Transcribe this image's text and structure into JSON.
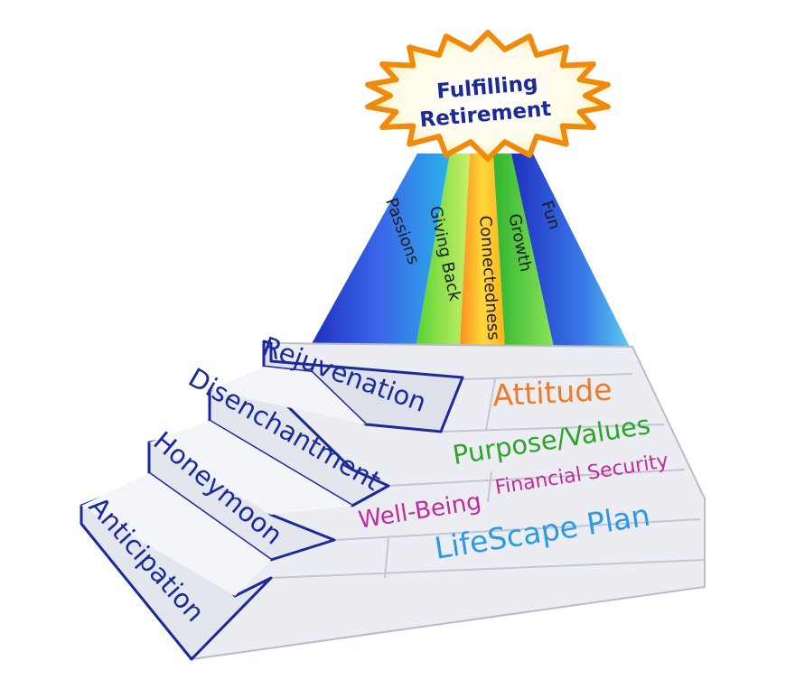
{
  "star": {
    "line1": "Fulfilling",
    "line2": "Retirement"
  },
  "beams": [
    {
      "label": "Passions",
      "color": "#2a44d6"
    },
    {
      "label": "Giving Back",
      "color": "#7fe04a"
    },
    {
      "label": "Connectedness",
      "color": "#ffb31a"
    },
    {
      "label": "Growth",
      "color": "#32c032"
    },
    {
      "label": "Fun",
      "color": "#2c4fd8"
    }
  ],
  "steps": [
    {
      "label": "Anticipation"
    },
    {
      "label": "Honeymoon"
    },
    {
      "label": "Disenchantment"
    },
    {
      "label": "Rejuvenation"
    }
  ],
  "wall": {
    "attitude": {
      "label": "Attitude",
      "color": "#f07a2a"
    },
    "purpose": {
      "label": "Purpose/Values",
      "color": "#2aa52a"
    },
    "financial": {
      "label": "Financial Security",
      "color": "#c02a9a"
    },
    "wellbeing": {
      "label": "Well-Being",
      "color": "#c02a9a"
    },
    "plan": {
      "label": "LifeScape Plan",
      "color": "#2a9ae8"
    }
  },
  "colors": {
    "outline": "#1a2a9a",
    "stone": "#ecedf2",
    "star_fill": "#ffd21a",
    "star_edge": "#f08a0a"
  }
}
